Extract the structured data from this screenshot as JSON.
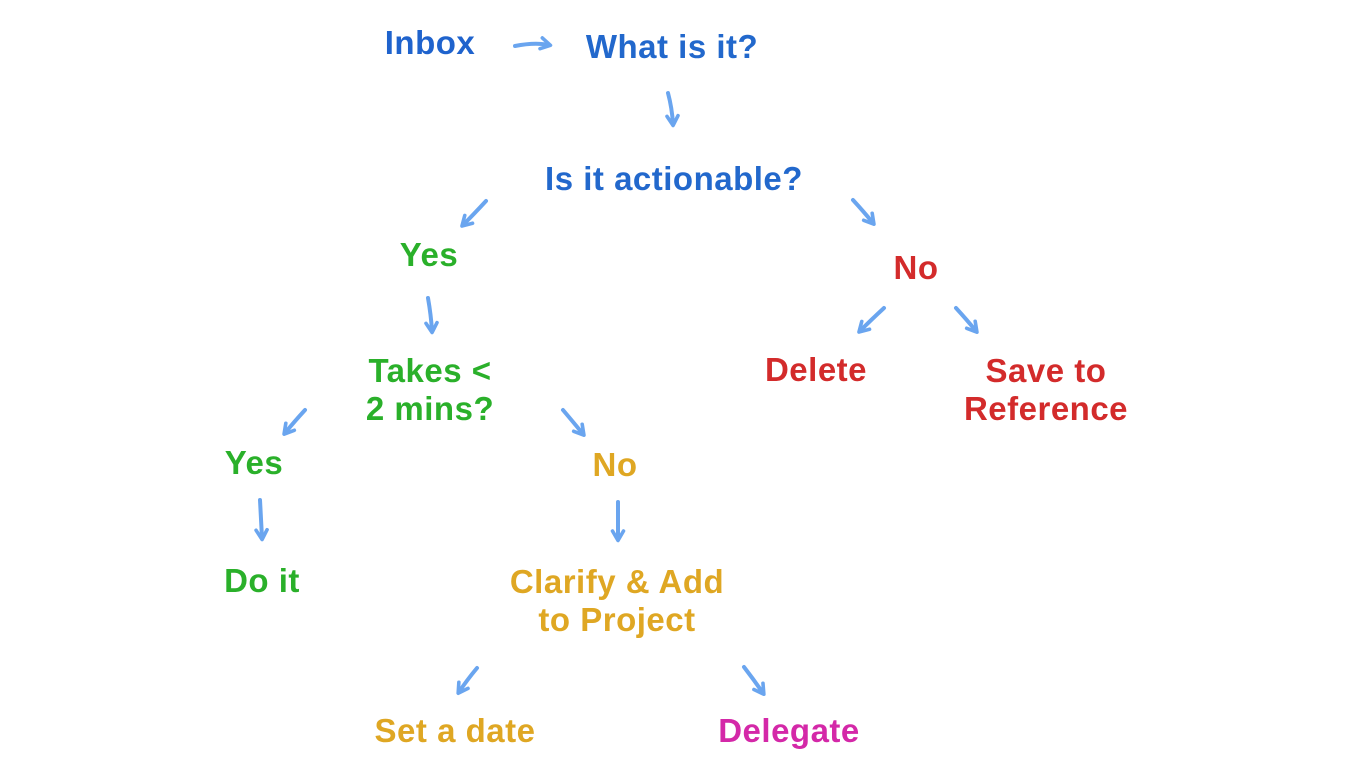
{
  "diagram": {
    "type": "flowchart",
    "background": "#ffffff",
    "arrow_color": "#6aa5ef",
    "nodes": {
      "inbox": {
        "label": "Inbox",
        "color": "#1f63cd"
      },
      "what_is_it": {
        "label": "What is it?",
        "color": "#2268cc"
      },
      "is_it_actionable": {
        "label": "Is it actionable?",
        "color": "#2268cc"
      },
      "yes_actionable": {
        "label": "Yes",
        "color": "#2ab02a"
      },
      "no_actionable": {
        "label": "No",
        "color": "#d32b2b"
      },
      "takes_2_mins": {
        "label": "Takes <\n2 mins?",
        "color": "#2ab02a"
      },
      "yes_takes": {
        "label": "Yes",
        "color": "#2ab02a"
      },
      "no_takes": {
        "label": "No",
        "color": "#dfa723"
      },
      "do_it": {
        "label": "Do it",
        "color": "#2ab02a"
      },
      "clarify_add": {
        "label": "Clarify & Add\nto Project",
        "color": "#dfa723"
      },
      "set_a_date": {
        "label": "Set a date",
        "color": "#dfa723"
      },
      "delegate": {
        "label": "Delegate",
        "color": "#d428a8"
      },
      "delete": {
        "label": "Delete",
        "color": "#d32b2b"
      },
      "save_reference": {
        "label": "Save to\nReference",
        "color": "#d32b2b"
      }
    },
    "edges": [
      {
        "from": "inbox",
        "to": "what_is_it"
      },
      {
        "from": "what_is_it",
        "to": "is_it_actionable"
      },
      {
        "from": "is_it_actionable",
        "to": "yes_actionable"
      },
      {
        "from": "is_it_actionable",
        "to": "no_actionable"
      },
      {
        "from": "yes_actionable",
        "to": "takes_2_mins"
      },
      {
        "from": "takes_2_mins",
        "to": "yes_takes"
      },
      {
        "from": "takes_2_mins",
        "to": "no_takes"
      },
      {
        "from": "yes_takes",
        "to": "do_it"
      },
      {
        "from": "no_takes",
        "to": "clarify_add"
      },
      {
        "from": "clarify_add",
        "to": "set_a_date"
      },
      {
        "from": "clarify_add",
        "to": "delegate"
      },
      {
        "from": "no_actionable",
        "to": "delete"
      },
      {
        "from": "no_actionable",
        "to": "save_reference"
      }
    ]
  }
}
